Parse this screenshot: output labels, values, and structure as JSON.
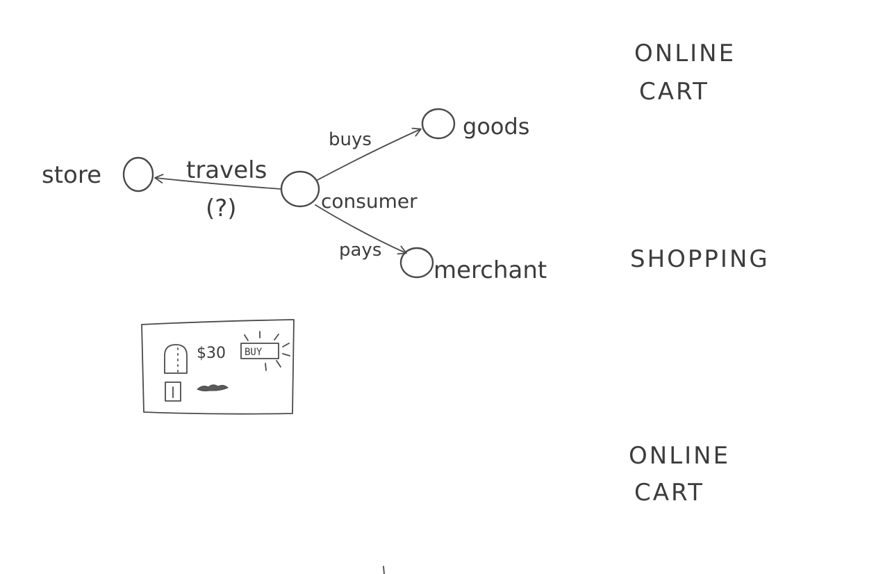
{
  "diagram": {
    "nodes": {
      "store": "store",
      "consumer": "consumer",
      "goods": "goods",
      "merchant": "merchant"
    },
    "edges": {
      "travels": "travels",
      "travels_note": "(?)",
      "buys": "buys",
      "pays": "pays"
    }
  },
  "mockup": {
    "price": "$30",
    "buy_label": "BUY"
  },
  "side_labels": {
    "top_line1": "ONLINE",
    "top_line2": "CART",
    "middle": "SHOPPING",
    "bottom_line1": "ONLINE",
    "bottom_line2": "CART"
  },
  "colors": {
    "ink": "#4a4a4a",
    "paper": "#ffffff"
  }
}
